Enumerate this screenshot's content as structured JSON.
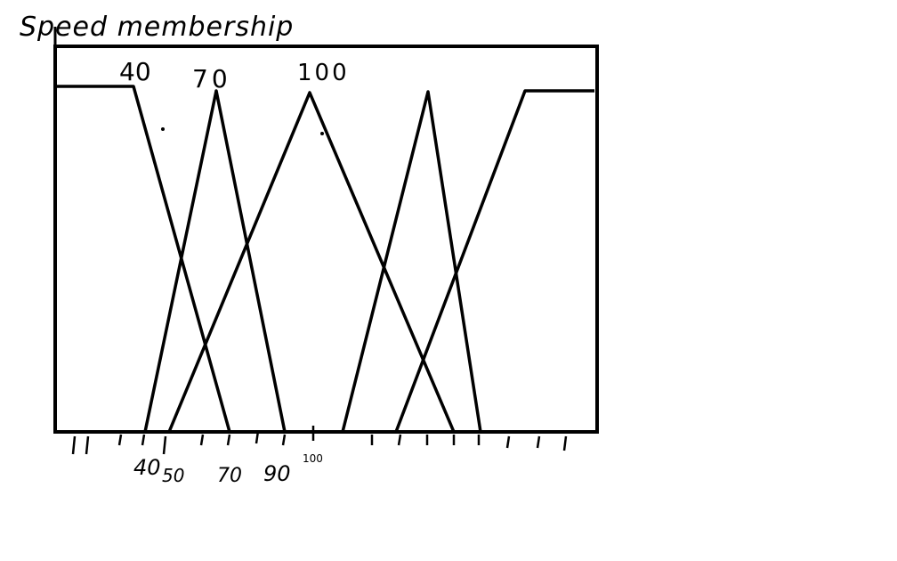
{
  "title": "Speed membership",
  "peak_labels": [
    "40",
    "70",
    "100"
  ],
  "axis_labels": [
    "40",
    "50",
    "70",
    "90",
    "100"
  ],
  "colors": {
    "ink": "#000000",
    "background": "#ffffff"
  }
}
